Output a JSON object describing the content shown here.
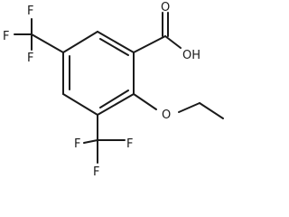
{
  "molecule": {
    "atoms": {
      "f_top_left_top": "F",
      "f_top_left_left": "F",
      "f_top_left_bottom": "F",
      "o_carbonyl": "O",
      "oh_acid": "OH",
      "o_ether": "O",
      "f_bottom_left": "F",
      "f_bottom_right": "F",
      "f_bottom_center": "F"
    }
  }
}
